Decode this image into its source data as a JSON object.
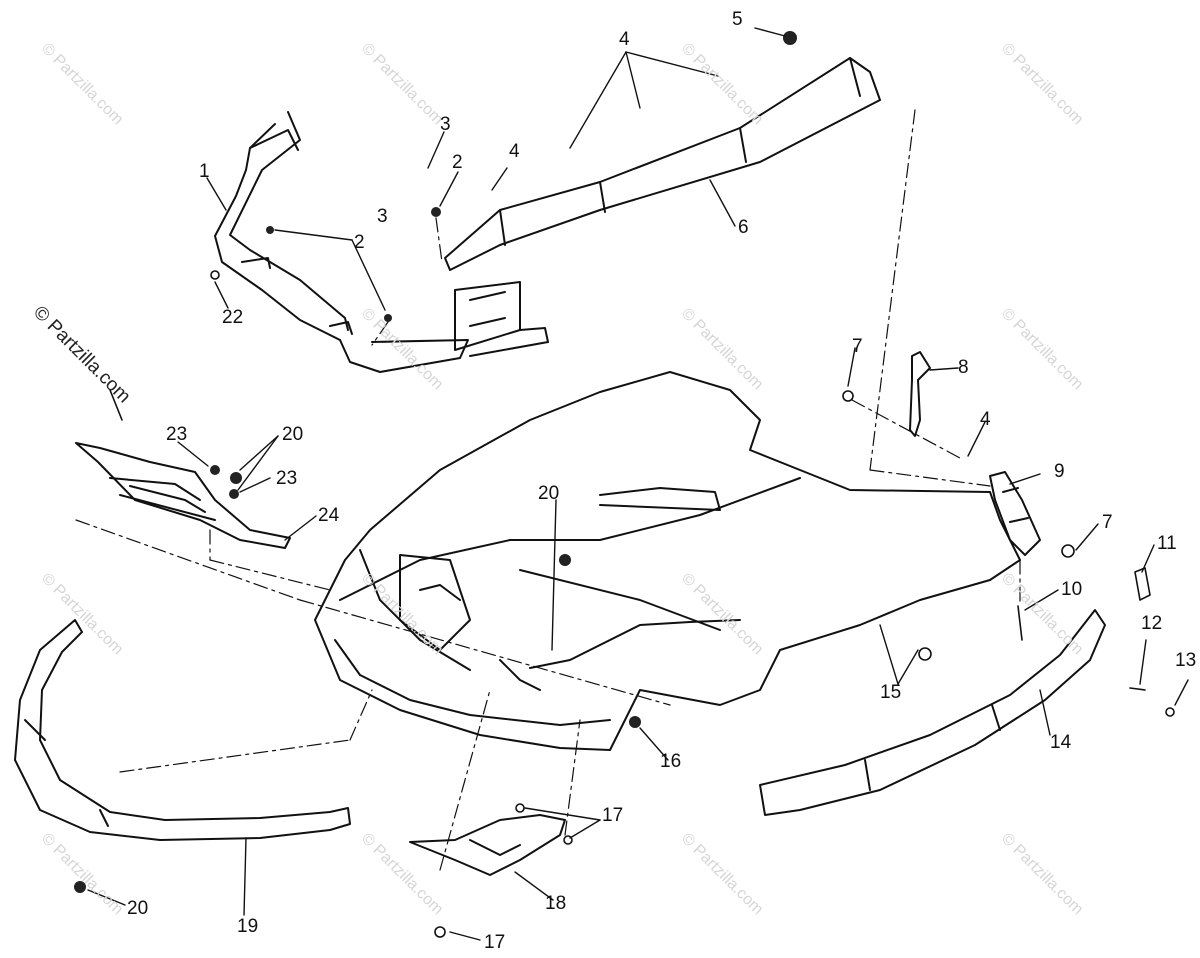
{
  "diagram": {
    "watermark_text": "© Partzilla.com",
    "callouts": {
      "c1": "1",
      "c2a": "2",
      "c2b": "2",
      "c3a": "3",
      "c3b": "3",
      "c4a": "4",
      "c4b": "4",
      "c4c": "4",
      "c5": "5",
      "c6": "6",
      "c7a": "7",
      "c7b": "7",
      "c8": "8",
      "c9": "9",
      "c10": "10",
      "c11": "11",
      "c12": "12",
      "c13": "13",
      "c14": "14",
      "c15": "15",
      "c16": "16",
      "c17a": "17",
      "c17b": "17",
      "c18": "18",
      "c19": "19",
      "c20a": "20",
      "c20b": "20",
      "c20c": "20",
      "c22": "22",
      "c23a": "23",
      "c23b": "23",
      "c24": "24"
    }
  }
}
